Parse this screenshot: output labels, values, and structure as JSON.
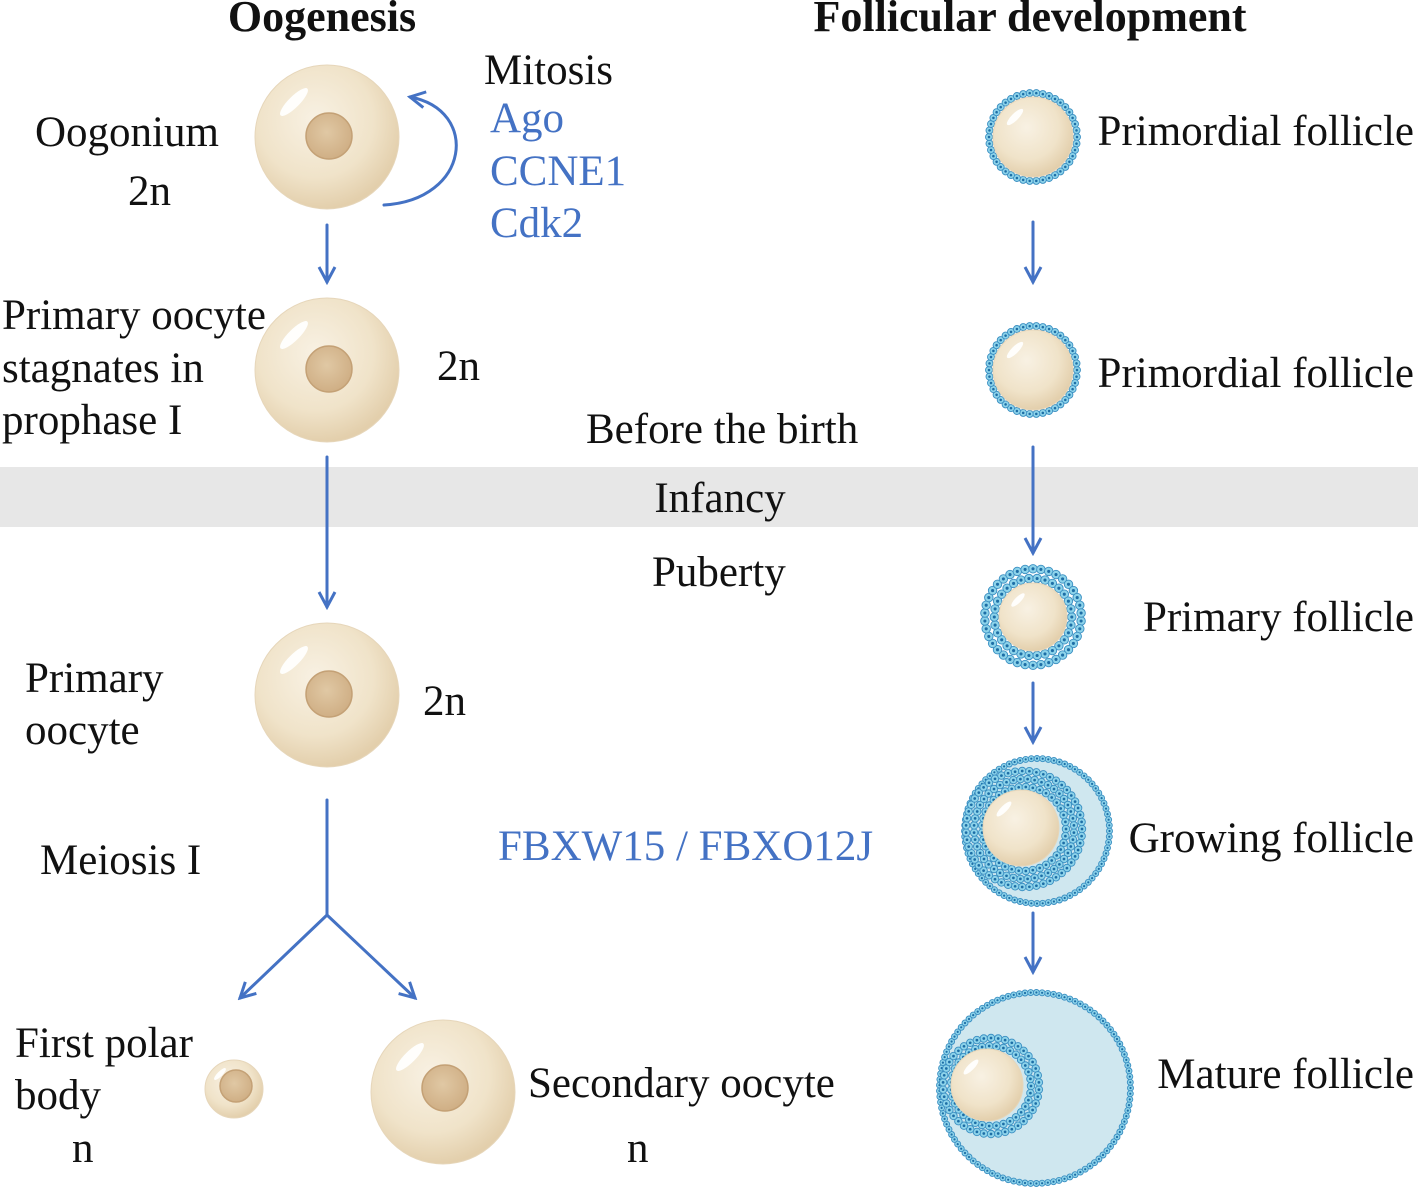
{
  "headers": {
    "oogenesis": "Oogenesis",
    "follicular_development": "Follicular development"
  },
  "oogenesis": {
    "mitosis": {
      "label": "Mitosis",
      "genes": [
        "Ago",
        "CCNE1",
        "Cdk2"
      ]
    },
    "oogonium": {
      "label": "Oogonium",
      "ploidy": "2n"
    },
    "arrested_primary_oocyte": {
      "lines": [
        "Primary oocyte",
        "stagnates in",
        "prophase I"
      ],
      "ploidy": "2n"
    },
    "primary_oocyte": {
      "lines": [
        "Primary",
        "oocyte"
      ],
      "ploidy": "2n"
    },
    "meiosis": {
      "label": "Meiosis I",
      "genes": "FBXW15 / FBXO12J"
    },
    "first_polar_body": {
      "lines": [
        "First polar",
        "body"
      ],
      "ploidy": "n"
    },
    "secondary_oocyte": {
      "label": "Secondary oocyte",
      "ploidy": "n"
    }
  },
  "stages": {
    "before_birth": "Before the birth",
    "infancy": "Infancy",
    "puberty": "Puberty"
  },
  "follicles": [
    {
      "label": "Primordial follicle"
    },
    {
      "label": "Primordial follicle"
    },
    {
      "label": "Primary follicle"
    },
    {
      "label": "Growing follicle"
    },
    {
      "label": "Mature follicle"
    }
  ],
  "colors": {
    "accent_blue": "#4472c4",
    "stage_band": "#e7e7e7",
    "granulosa": "#8dd3ea",
    "antrum": "#cfe7ef"
  }
}
